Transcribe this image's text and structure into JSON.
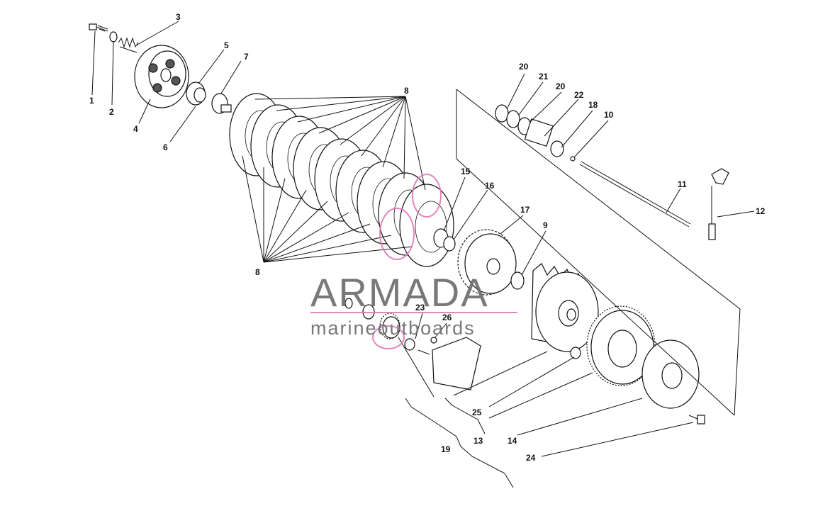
{
  "callouts": {
    "c1": "1",
    "c2": "2",
    "c3": "3",
    "c4": "4",
    "c5": "5",
    "c6": "6",
    "c7": "7",
    "c8a": "8",
    "c8b": "8",
    "c9": "9",
    "c10": "10",
    "c11": "11",
    "c12": "12",
    "c13": "13",
    "c14": "14",
    "c15": "15",
    "c16": "16",
    "c17": "17",
    "c18": "18",
    "c19": "19",
    "c20a": "20",
    "c20b": "20",
    "c21": "21",
    "c22": "22",
    "c23": "23",
    "c24": "24",
    "c25": "25",
    "c26": "26"
  },
  "watermark": {
    "title": "ARMADA",
    "subtitle": "marineoutboards",
    "accent_color": "#e07ab8",
    "text_color": "#6b6b6b"
  }
}
